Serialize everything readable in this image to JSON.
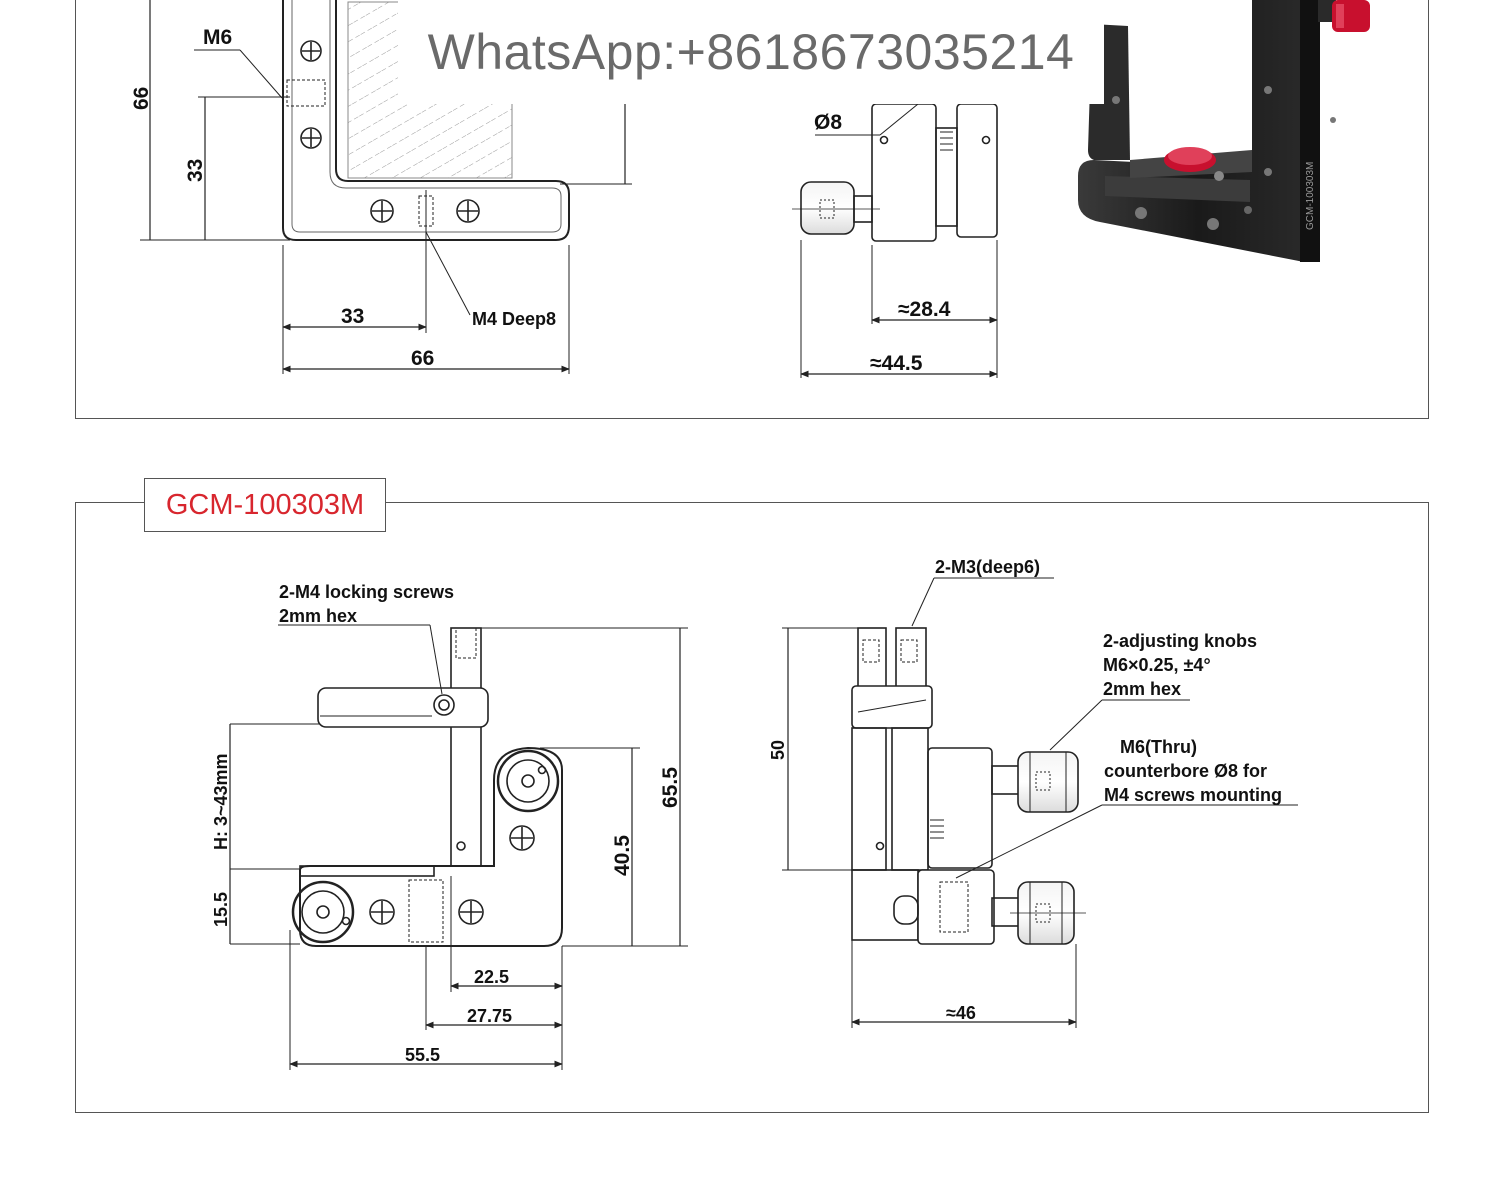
{
  "watermark": "WhatsApp:+8618673035214",
  "top_section": {
    "front_view": {
      "label_m6": "M6",
      "dim_66_vertical": "66",
      "dim_33_vertical": "33",
      "dim_33_horizontal": "33",
      "dim_66_horizontal": "66",
      "label_m4": "M4 Deep8"
    },
    "side_view": {
      "label_dia8": "Ø8",
      "dim_28_4": "≈28.4",
      "dim_44_5": "≈44.5"
    },
    "product_photo": {
      "engraving": "GCM-100303M"
    }
  },
  "bottom_section": {
    "model": "GCM-100303M",
    "front_view": {
      "locking_screws_line1": "2-M4 locking screws",
      "locking_screws_line2": "2mm hex",
      "dim_h": "H: 3~43mm",
      "dim_15_5": "15.5",
      "dim_40_5": "40.5",
      "dim_65_5": "65.5",
      "dim_22_5": "22.5",
      "dim_27_75": "27.75",
      "dim_55_5": "55.5"
    },
    "side_view": {
      "m3_label": "2-M3(deep6)",
      "knobs_line1": "2-adjusting knobs",
      "knobs_line2": "M6×0.25, ±4°",
      "knobs_line3": "2mm hex",
      "thru_line1": "M6(Thru)",
      "thru_line2": "counterbore Ø8 for",
      "thru_line3": "M4 screws mounting",
      "dim_50": "50",
      "dim_46": "≈46"
    }
  },
  "colors": {
    "model_tag": "#d8262e",
    "knob_red": "#c8102e",
    "anodized_black": "#1c1c1c",
    "line": "#222222"
  }
}
